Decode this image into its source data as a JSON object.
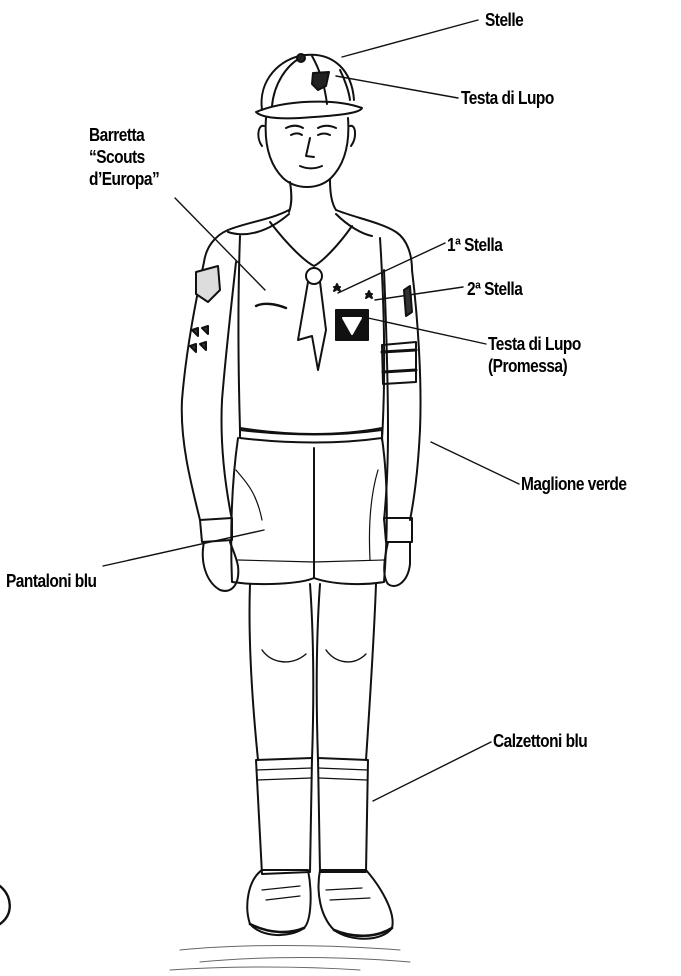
{
  "labels": {
    "stelle": "Stelle",
    "testa_di_lupo": "Testa di Lupo",
    "barretta": [
      "Barretta",
      "“Scouts",
      "d’Europa”"
    ],
    "prima_stella": "1ª Stella",
    "seconda_stella": "2ª Stella",
    "testa_di_lupo_promessa": [
      "Testa di Lupo",
      "(Promessa)"
    ],
    "maglione_verde": "Maglione verde",
    "pantaloni_blu": "Pantaloni blu",
    "calzettoni_blu": "Calzettoni blu"
  },
  "colors": {
    "ink": "#000000",
    "paper": "#ffffff"
  }
}
